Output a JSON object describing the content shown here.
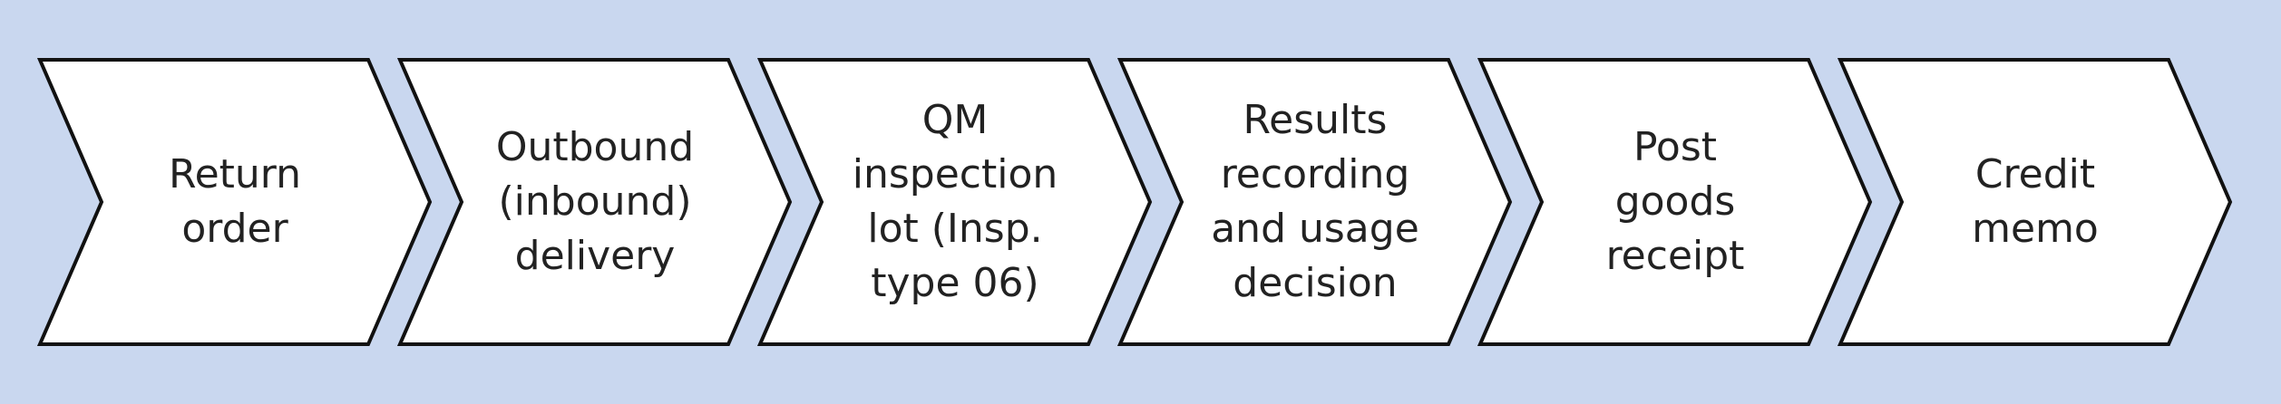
{
  "steps": [
    {
      "id": "return-order",
      "label": "Return\norder"
    },
    {
      "id": "outbound-delivery",
      "label": "Outbound\n(inbound)\ndelivery"
    },
    {
      "id": "qm-inspection-lot",
      "label": "QM\ninspection\nlot (Insp.\ntype 06)"
    },
    {
      "id": "results-recording",
      "label": "Results\nrecording\nand usage\ndecision"
    },
    {
      "id": "post-goods-receipt",
      "label": "Post\ngoods\nreceipt"
    },
    {
      "id": "credit-memo",
      "label": "Credit\nmemo"
    }
  ],
  "colors": {
    "background": "#c9d7ef",
    "shape_fill": "#ffffff",
    "shape_stroke": "#111111",
    "text": "#222222"
  }
}
